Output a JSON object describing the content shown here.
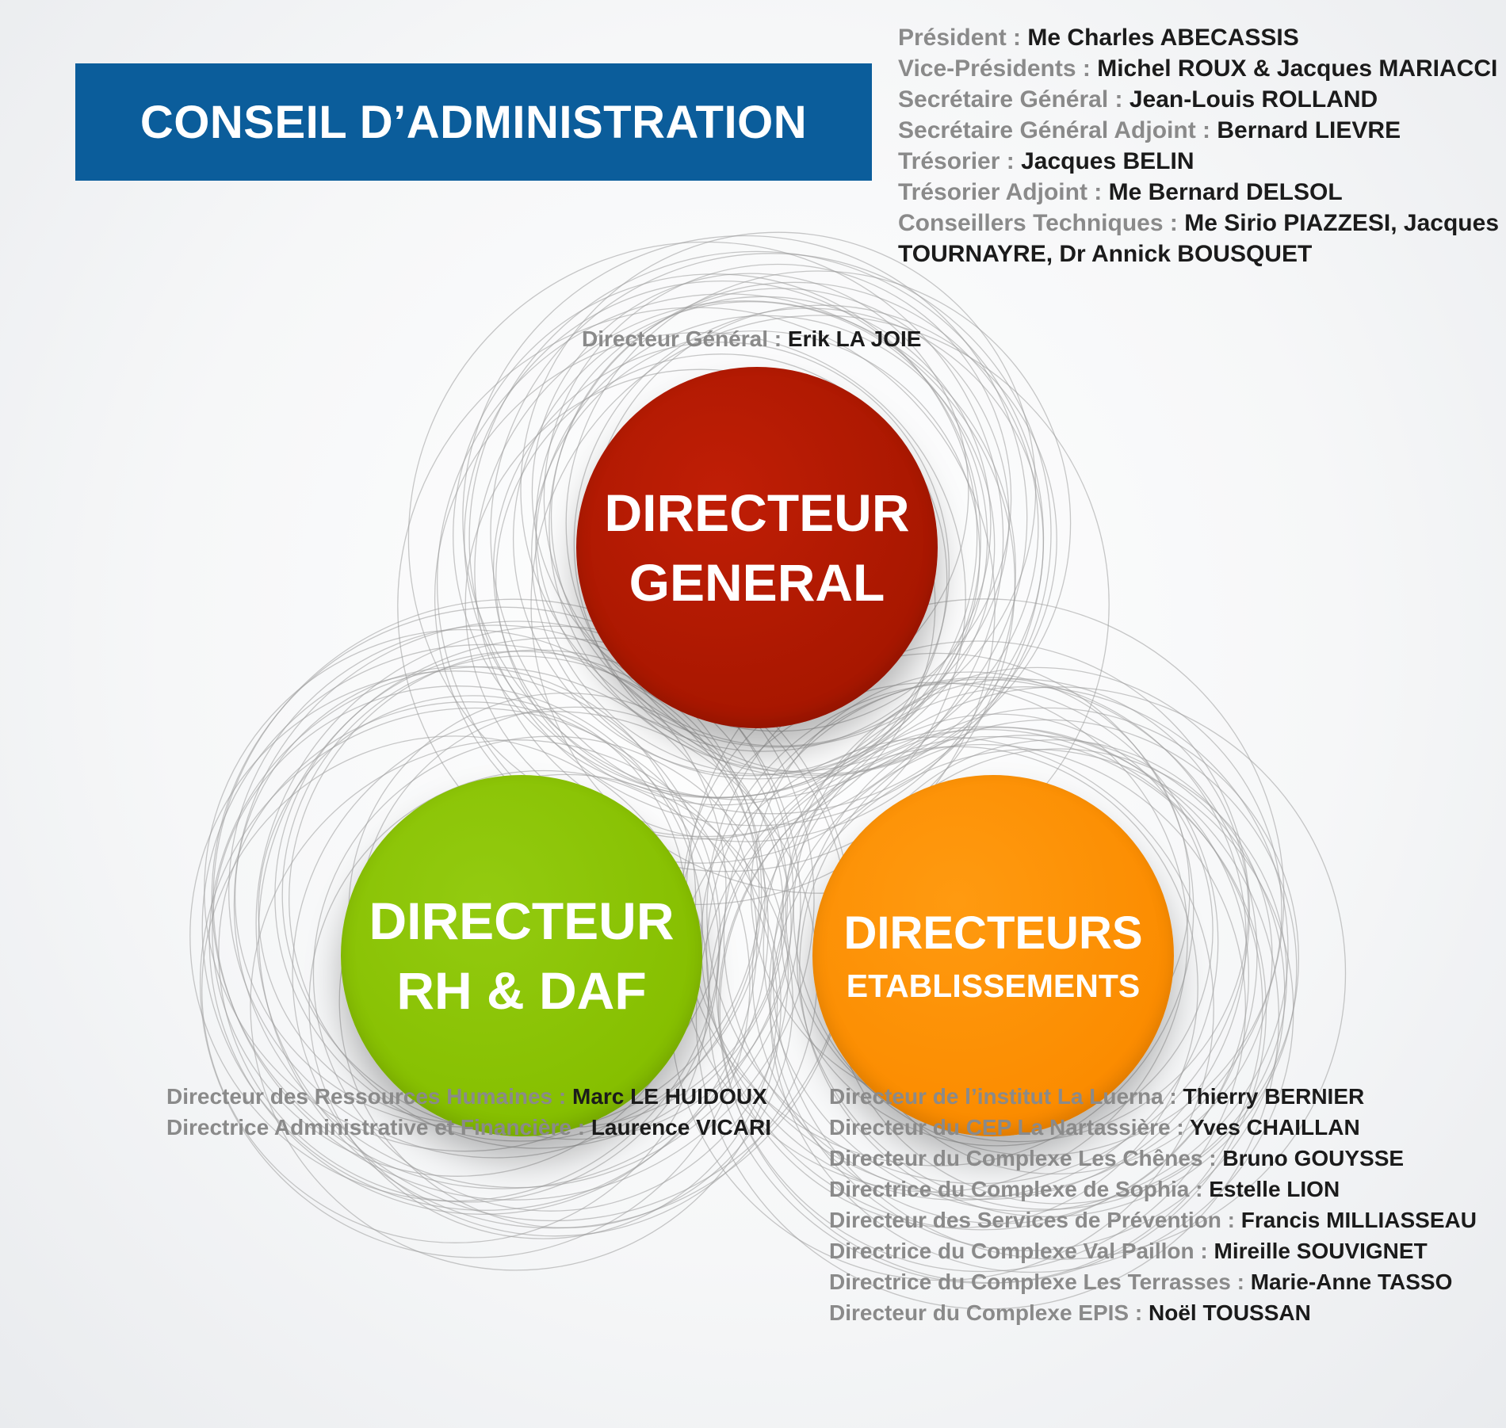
{
  "banner": {
    "title": "CONSEIL D’ADMINISTRATION"
  },
  "board": {
    "members": [
      {
        "role": "Président :",
        "name": "Me Charles ABECASSIS"
      },
      {
        "role": "Vice-Présidents :",
        "name": "Michel ROUX & Jacques MARIACCI"
      },
      {
        "role": "Secrétaire Général :",
        "name": "Jean-Louis ROLLAND"
      },
      {
        "role": "Secrétaire Général Adjoint :",
        "name": "Bernard LIEVRE"
      },
      {
        "role": "Trésorier :",
        "name": "Jacques BELIN"
      },
      {
        "role": "Trésorier Adjoint :",
        "name": "Me Bernard DELSOL"
      },
      {
        "role": "Conseillers Techniques :",
        "name": "Me Sirio PIAZZESI, Jacques",
        "continuation": "TOURNAYRE, Dr Annick BOUSQUET"
      }
    ]
  },
  "dg": {
    "role": "Directeur Général :",
    "name": "Erik LA JOIE"
  },
  "circles": {
    "red": {
      "line1": "DIRECTEUR",
      "line2": "GENERAL",
      "color": "#a81700"
    },
    "green": {
      "line1": "DIRECTEUR",
      "line2": "RH & DAF",
      "color": "#86bf00"
    },
    "orange": {
      "line1": "DIRECTEURS",
      "line2": "ETABLISSEMENTS",
      "color": "#fb8c00"
    }
  },
  "rh_list": [
    {
      "role": "Directeur des Ressources Humaines :",
      "name": "Marc LE HUIDOUX"
    },
    {
      "role": "Directrice Administrative et Financière :",
      "name": "Laurence VICARI"
    }
  ],
  "etab_list": [
    {
      "role": "Directeur de l’institut La Luerna :",
      "name": "Thierry BERNIER"
    },
    {
      "role": "Directeur du CEP La Nartassière :",
      "name": "Yves CHAILLAN"
    },
    {
      "role": "Directeur du Complexe Les Chênes :",
      "name": "Bruno GOUYSSE"
    },
    {
      "role": "Directrice du Complexe de Sophia :",
      "name": "Estelle LION"
    },
    {
      "role": "Directeur des Services de Prévention :",
      "name": "Francis MILLIASSEAU"
    },
    {
      "role": "Directrice du Complexe Val Paillon :",
      "name": "Mireille SOUVIGNET"
    },
    {
      "role": "Directrice du Complexe Les Terrasses :",
      "name": "Marie-Anne TASSO"
    },
    {
      "role": "Directeur du Complexe EPIS :",
      "name": "Noël TOUSSAN"
    }
  ],
  "colors": {
    "banner": "#0b5d9b",
    "role_text": "#8a8a8a",
    "ring_stroke": "#9a9a9a"
  }
}
